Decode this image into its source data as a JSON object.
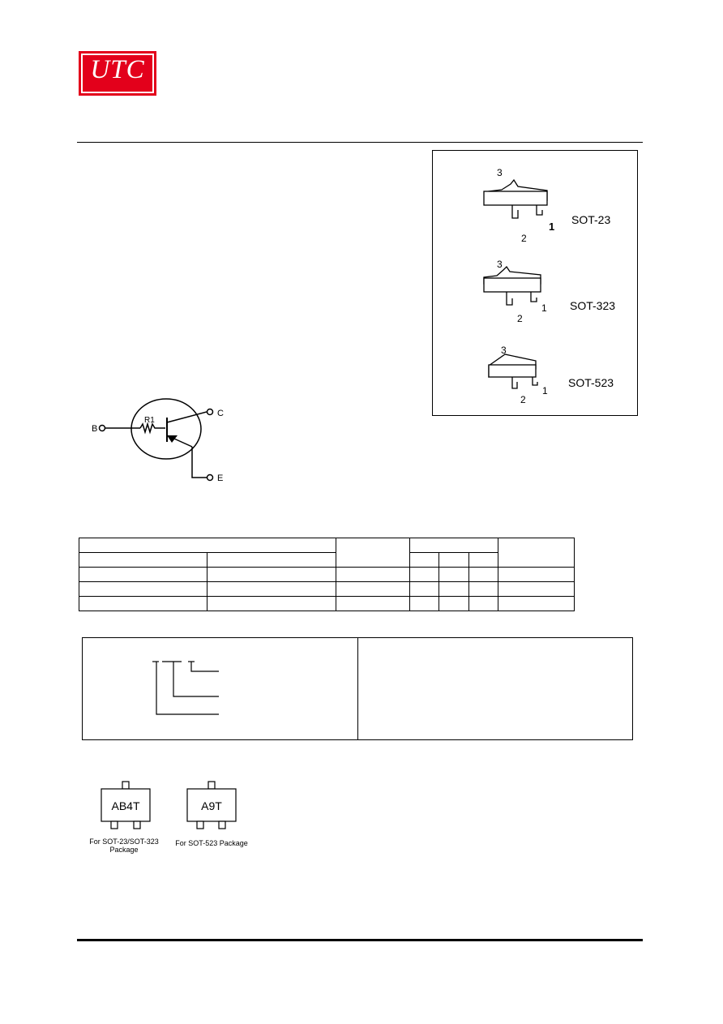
{
  "logo": {
    "text": "UTC",
    "color": "#e3001b"
  },
  "packages": [
    {
      "name": "SOT-23",
      "pins": [
        "1",
        "2",
        "3"
      ]
    },
    {
      "name": "SOT-323",
      "pins": [
        "1",
        "2",
        "3"
      ]
    },
    {
      "name": "SOT-523",
      "pins": [
        "1",
        "2",
        "3"
      ]
    }
  ],
  "schematic": {
    "base_label": "B",
    "collector_label": "C",
    "emitter_label": "E",
    "resistor_label": "R1"
  },
  "marking": {
    "chips": [
      {
        "code": "AB4T",
        "caption_line1": "For SOT-23/SOT-323",
        "caption_line2": "Package"
      },
      {
        "code": "A9T",
        "caption_line1": "For SOT-523 Package",
        "caption_line2": ""
      }
    ]
  }
}
